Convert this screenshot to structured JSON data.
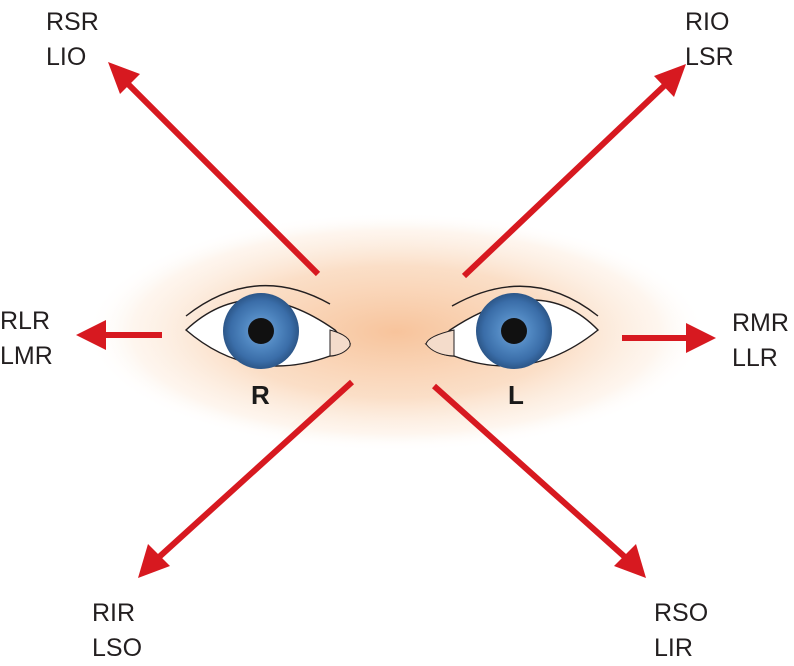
{
  "eyes": {
    "right_label": "R",
    "left_label": "L"
  },
  "gaze_positions": {
    "up_right_of_patient": [
      "RSR",
      "LIO"
    ],
    "up_left_of_patient": [
      "RIO",
      "LSR"
    ],
    "right_of_patient": [
      "RLR",
      "LMR"
    ],
    "left_of_patient": [
      "RMR",
      "LLR"
    ],
    "down_right_of_patient": [
      "RIR",
      "LSO"
    ],
    "down_left_of_patient": [
      "RSO",
      "LIR"
    ]
  },
  "colors": {
    "arrow": "#d71920",
    "halo": "#f6b98a",
    "iris": "#3d77b4",
    "pupil": "#111111",
    "text": "#231f20"
  }
}
